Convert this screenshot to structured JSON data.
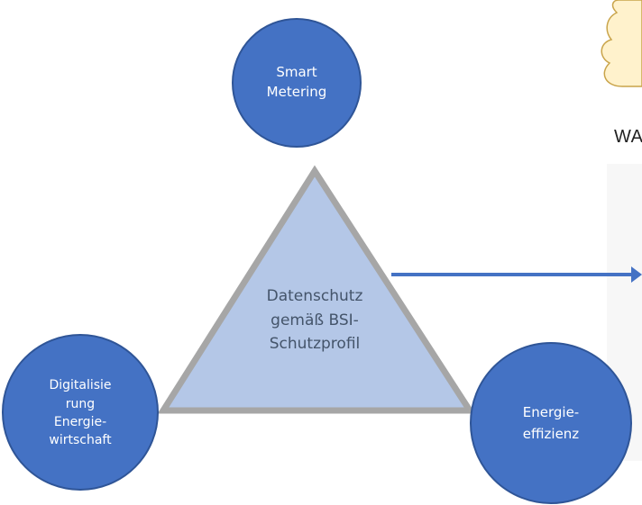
{
  "nodes": {
    "top": {
      "label": "Smart\nMetering"
    },
    "left": {
      "label": "Digitalisie\nrung\nEnergie-\nwirtschaft"
    },
    "right": {
      "label": "Energie-\neffizienz"
    }
  },
  "center": {
    "label": "Datenschutz\ngemäß BSI-\nSchutzprofil"
  },
  "cut_off_text": "WA",
  "colors": {
    "node_fill": "#4472c4",
    "node_stroke": "#2f5597",
    "triangle_fill": "#b4c7e7",
    "triangle_stroke": "#a6a6a6",
    "arrow": "#4472c4",
    "cloud_fill": "#fff2cc",
    "cloud_stroke": "#c9a44a"
  }
}
